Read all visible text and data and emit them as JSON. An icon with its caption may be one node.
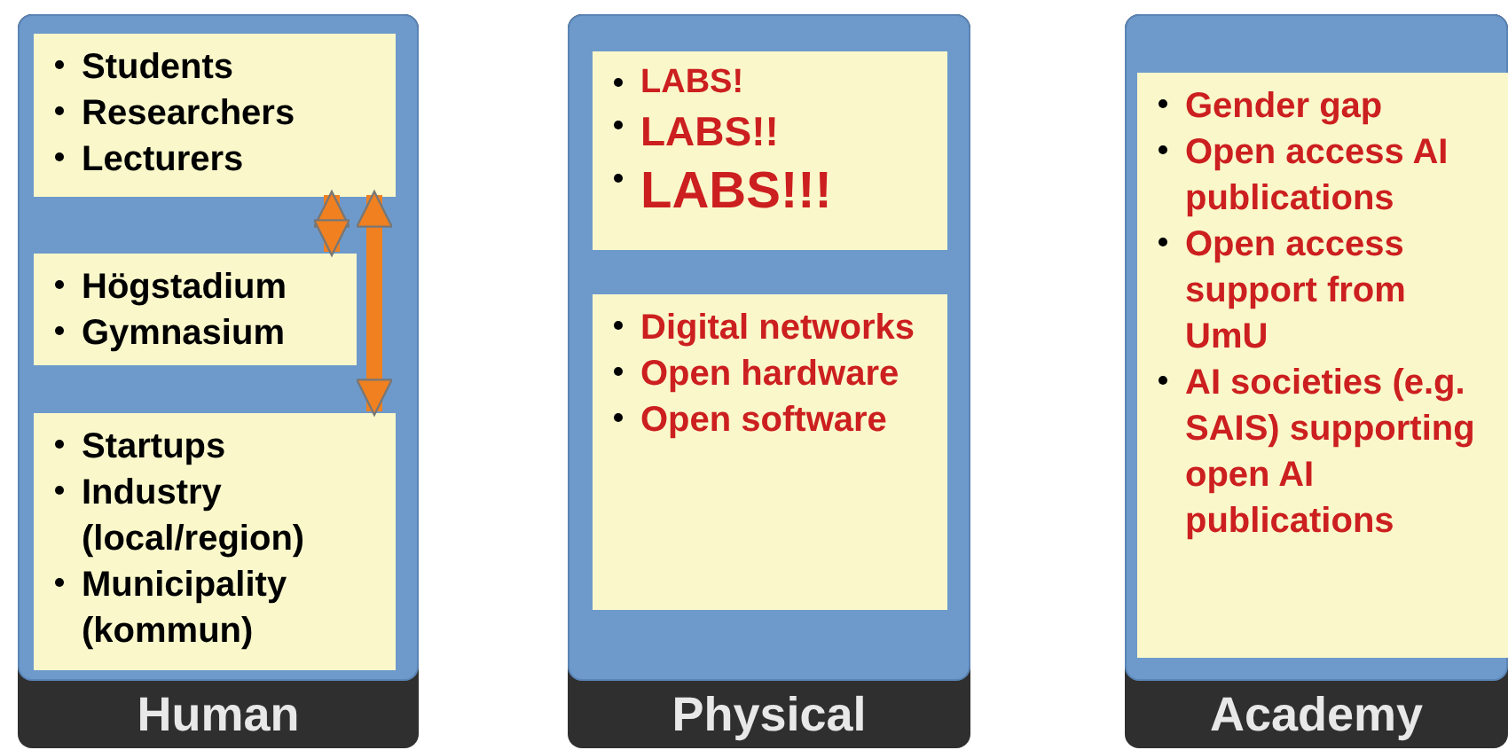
{
  "diagram": {
    "nodes": [
      {
        "text": [
          "Human"
        ]
      },
      {
        "text": [
          "Students",
          "Researchers",
          "Lecturers"
        ],
        "in": 0
      },
      {
        "text": [
          "Högstadium",
          "Gymnasium"
        ],
        "in": 0
      },
      {
        "text": [
          "Startups",
          "Industry (local/region)",
          "Municipality (kommun)"
        ],
        "in": 0
      },
      {
        "text": [
          "Physical"
        ]
      },
      {
        "text": [
          "LABS!",
          "LABS!!",
          "LABS!!!"
        ],
        "in": 4
      },
      {
        "text": [
          "Digital networks",
          "Open hardware",
          "Open software"
        ],
        "in": 4
      },
      {
        "text": [
          "Academy"
        ]
      },
      {
        "text": [
          "Gender gap",
          "Open access AI publications",
          "Open access support from UmU",
          "AI societies (e.g. SAIS) supporting open AI publications"
        ],
        "in": 7
      }
    ],
    "edges": [
      {
        "from": 1,
        "to": 2,
        "arrow": "both",
        "color": "#f08020"
      },
      {
        "from": 1,
        "to": 3,
        "arrow": "both",
        "color": "#f08020"
      }
    ]
  }
}
